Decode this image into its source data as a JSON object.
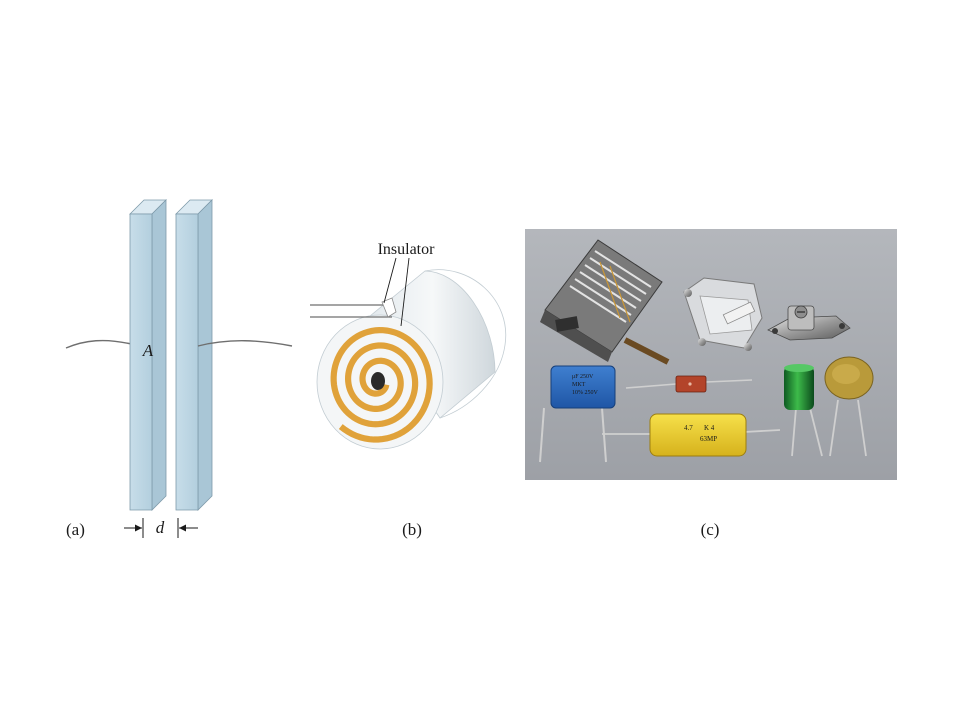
{
  "panels": {
    "a": {
      "label": "(a)",
      "plate_area_symbol": "A",
      "separation_symbol": "d",
      "colors": {
        "plate_face": "#bcd6e4",
        "plate_side": "#d9e8f0",
        "plate_edge": "#7e9aaa",
        "wire": "#6f6f6f"
      }
    },
    "b": {
      "label": "(b)",
      "insulator_label": "Insulator",
      "colors": {
        "body": "#f1f4f6",
        "body_shadow": "#d6dde2",
        "foil": "#e1a53a",
        "insulator": "#ffffff"
      }
    },
    "c": {
      "label": "(c)",
      "colors": {
        "background": "#a9acb1"
      },
      "components": [
        {
          "name": "variable-air-capacitor",
          "icon": "variable-capacitor-icon"
        },
        {
          "name": "mica-trimmer",
          "icon": "trimmer-capacitor-icon"
        },
        {
          "name": "small-trimmer",
          "icon": "trimmer-capacitor-icon"
        },
        {
          "name": "blue-film-capacitor",
          "icon": "box-capacitor-icon",
          "markings": [
            "μF 250V",
            "MKT",
            "10% 250V"
          ]
        },
        {
          "name": "red-ceramic-capacitor",
          "icon": "box-capacitor-icon"
        },
        {
          "name": "green-electrolytic-capacitor",
          "icon": "electrolytic-capacitor-icon"
        },
        {
          "name": "yellow-disc-capacitor",
          "icon": "disc-capacitor-icon"
        },
        {
          "name": "yellow-axial-capacitor",
          "icon": "axial-capacitor-icon",
          "markings": [
            "4.7",
            "K 4",
            "63MP"
          ]
        }
      ]
    }
  }
}
